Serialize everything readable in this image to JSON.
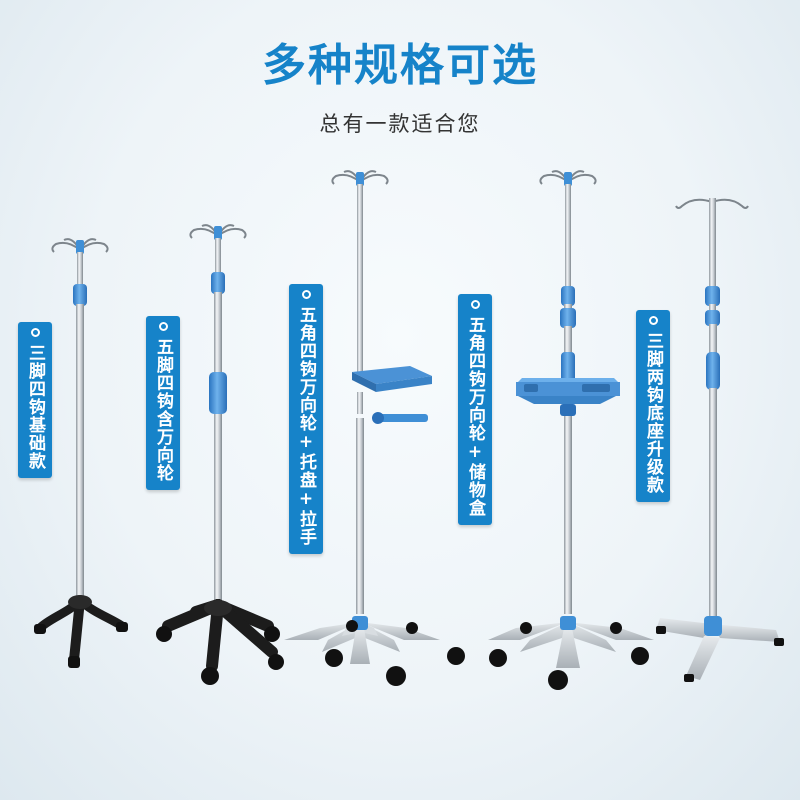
{
  "header": {
    "title": "多种规格可选",
    "subtitle": "总有一款适合您"
  },
  "products": [
    {
      "label": "三脚四钩基础款"
    },
    {
      "label": "五脚四钩含万向轮"
    },
    {
      "label": "五角四钩万向轮+托盘+拉手"
    },
    {
      "label": "五角四钩万向轮+储物盒"
    },
    {
      "label": "三脚两钩底座升级款"
    }
  ],
  "colors": {
    "brand_blue": "#1683c9",
    "stand_blue": "#3f8fd6",
    "pole_steel": "#c9ced3",
    "base_black": "#1c1c1c",
    "base_silver": "#c6ccd1"
  }
}
